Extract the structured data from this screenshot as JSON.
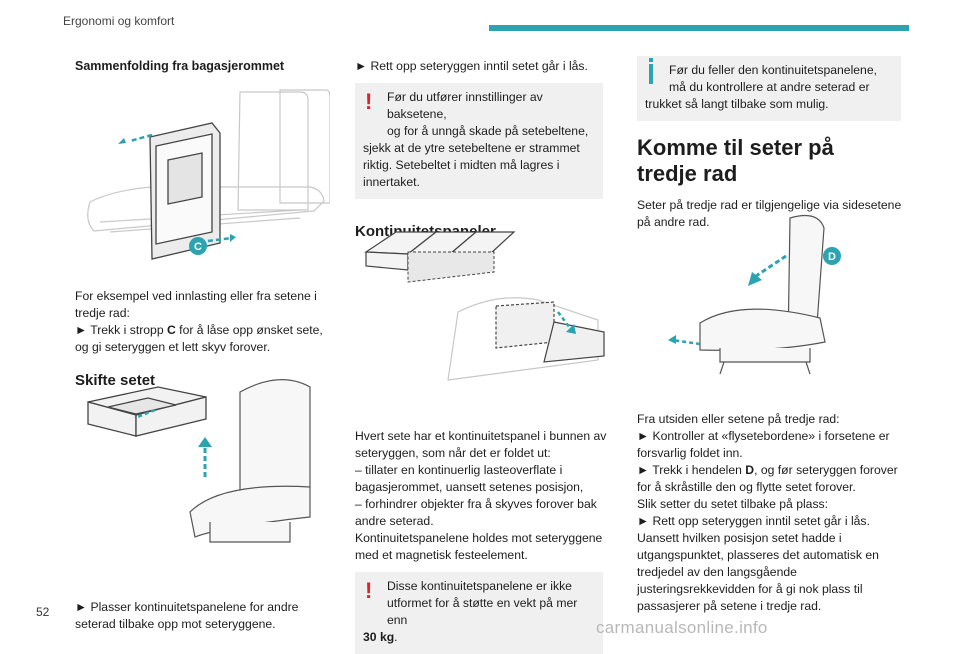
{
  "header": {
    "title": "Ergonomi og komfort"
  },
  "page_number": "52",
  "watermark": "carmanualsonline.info",
  "col1": {
    "heading1": "Sammenfolding fra bagasjerommet",
    "callout_c": "C",
    "p1": "For eksempel ved innlasting eller fra setene i tredje rad:",
    "p2_pre": "► Trekk i stropp ",
    "p2_bold": "C",
    "p2_post": " for å låse opp ønsket sete, og gi seteryggen et lett skyv forover.",
    "heading2": "Skifte setet",
    "p3": "► Plasser kontinuitetspanelene for andre seterad tilbake opp mot seteryggene."
  },
  "col2": {
    "p1": "► Rett opp seteryggen inntil setet går i lås.",
    "warn1_line1": "Før du utfører innstillinger av baksetene,",
    "warn1_line2": "og for å unngå skade på setebeltene,",
    "warn1_rest": "sjekk at de ytre setebeltene er strammet riktig. Setebeltet i midten må lagres i innertaket.",
    "heading": "Kontinuitetspaneler",
    "p2": "Hvert sete har et kontinuitetspanel i bunnen av seteryggen, som når det er foldet ut:",
    "p3": "– tillater en kontinuerlig lasteoverflate i bagasjerommet, uansett setenes posisjon,",
    "p4": "– forhindrer objekter fra å skyves forover bak andre seterad.",
    "p5": "Kontinuitetspanelene holdes mot seteryggene med et magnetisk festeelement.",
    "warn2_line1": "Disse kontinuitetspanelene er ikke",
    "warn2_line2": "utformet for å støtte en vekt på mer enn",
    "warn2_bold": "30 kg",
    "warn2_end": "."
  },
  "col3": {
    "info_line1": "Før du feller den kontinuitetspanelene,",
    "info_line2": "må du kontrollere at andre seterad er",
    "info_rest": "trukket så langt tilbake som mulig.",
    "heading": "Komme til seter på tredje rad",
    "p1": "Seter på tredje rad er tilgjengelige via sidesetene på andre rad.",
    "callout_d": "D",
    "p2": "Fra utsiden eller setene på tredje rad:",
    "p3": "► Kontroller at «flysetebordene» i forsetene er forsvarlig foldet inn.",
    "p4_pre": "► Trekk i hendelen ",
    "p4_bold": "D",
    "p4_post": ", og før seteryggen forover for å skråstille den og flytte setet forover.",
    "p5": "Slik setter du setet tilbake på plass:",
    "p6": "► Rett opp seteryggen inntil setet går i lås.",
    "p7": "Uansett hvilken posisjon setet hadde i utgangspunktet, plasseres det automatisk en tredjedel av den langsgående justeringsrekkevidden for å gi nok plass til passasjerer på setene i tredje rad."
  },
  "colors": {
    "accent": "#2ba3b0",
    "warning": "#e0202a",
    "box_bg": "#f0f0f0"
  }
}
